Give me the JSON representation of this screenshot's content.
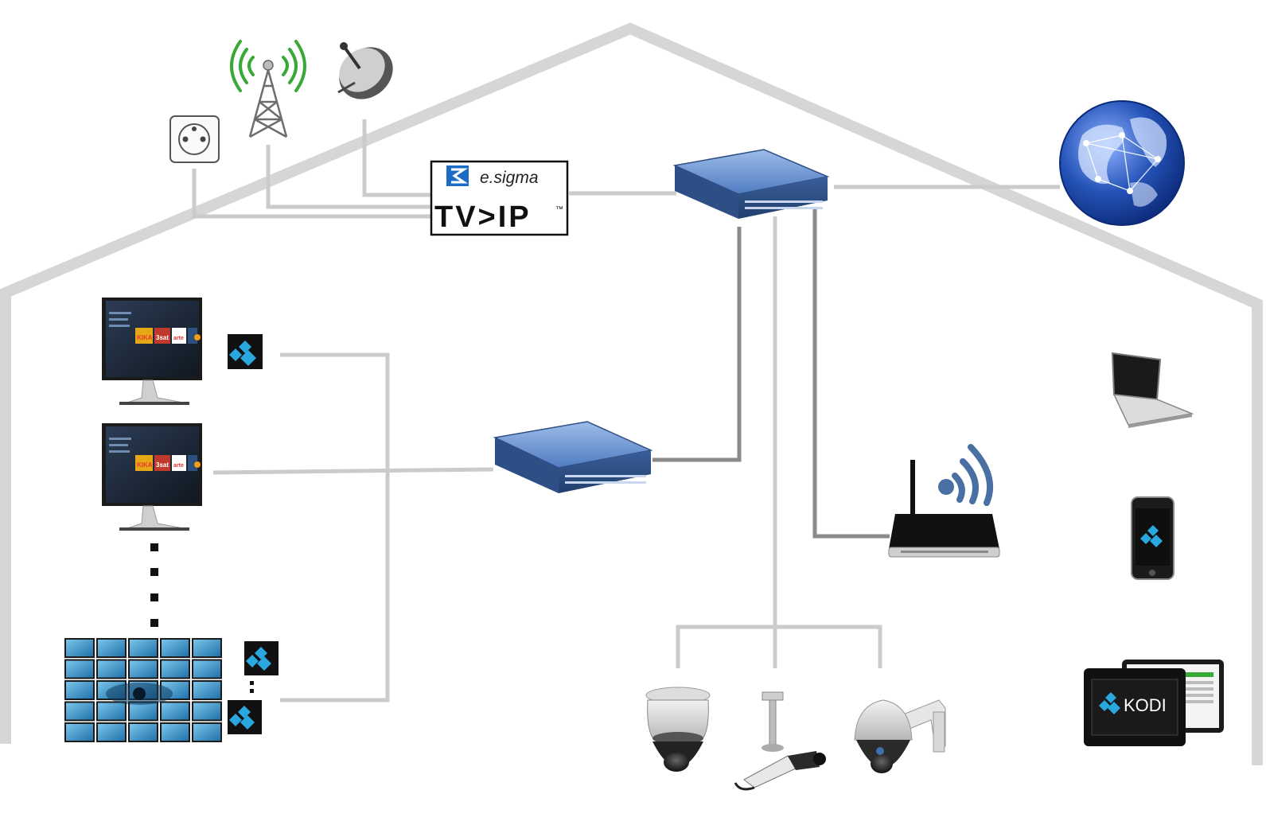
{
  "brand": {
    "esigma_text": "e.sigma",
    "product_text": "TV>IP",
    "trademark": "™"
  },
  "kodi": {
    "tablet_label": "KODI",
    "screen_tiles": [
      "KIKA",
      "3sat",
      "arte"
    ]
  },
  "colors": {
    "house_outline": "#d6d6d6",
    "cable_light": "#c8c8c8",
    "cable_dark": "#8a8a8a",
    "switch_top": "#5b86c8",
    "switch_side": "#2e4e86",
    "kodi_blue": "#2aa7df",
    "signal_green": "#39a935",
    "wifi_blue": "#4a6fa3",
    "globe_blue": "#1c4aa8"
  },
  "icons": [
    "wall-socket-icon",
    "terrestrial-antenna-icon",
    "satellite-dish-icon",
    "network-switch-icon",
    "internet-globe-icon",
    "monitor-icon",
    "kodi-icon",
    "video-wall-icon",
    "wifi-router-icon",
    "laptop-icon",
    "smartphone-icon",
    "tablet-icon",
    "dome-camera-icon",
    "bullet-camera-icon",
    "ptz-camera-icon"
  ]
}
